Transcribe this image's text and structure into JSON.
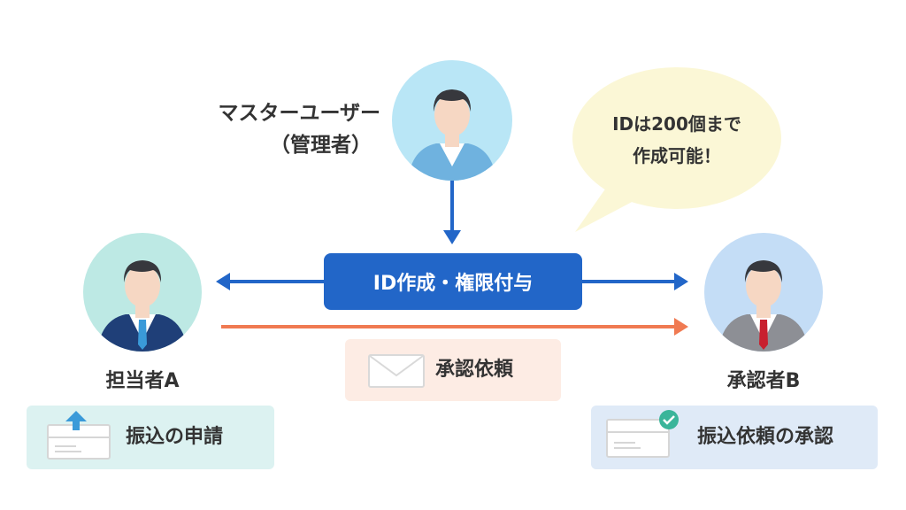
{
  "master": {
    "label_line1": "マスターユーザー",
    "label_line2": "（管理者）"
  },
  "bubble": {
    "line1": "IDは200個まで",
    "line2": "作成可能！"
  },
  "center_action": "ID作成・権限付与",
  "request": {
    "label": "承認依頼"
  },
  "person_a": {
    "name": "担当者A",
    "card_label": "振込の申請"
  },
  "person_b": {
    "name": "承認者B",
    "card_label": "振込依頼の承認"
  },
  "colors": {
    "blue_arrow": "#2266c8",
    "orange_arrow": "#f07a52",
    "master_circle": "#b9e6f6",
    "a_circle": "#bde9e4",
    "b_circle": "#c4ddf6",
    "check_green": "#3ab59a"
  },
  "icons": [
    "envelope-icon",
    "upload-card-icon",
    "check-card-icon",
    "person-avatar"
  ]
}
